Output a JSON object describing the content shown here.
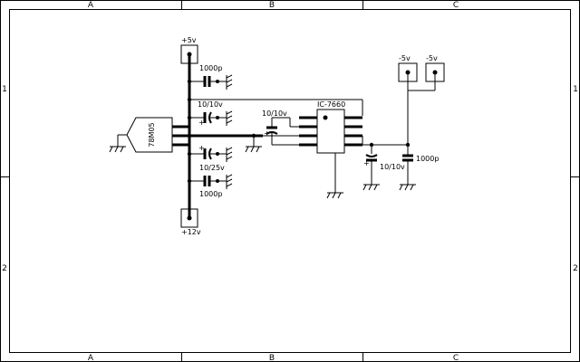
{
  "frame": {
    "columns": [
      "A",
      "B",
      "C"
    ],
    "rows": [
      "1",
      "2"
    ]
  },
  "components": {
    "regulator": "78M05",
    "ic": "IC-7660",
    "c_top_1000p": "1000p",
    "c_top_10_10v": "10/10v",
    "c_mid_10_10v": "10/10v",
    "c_bot_10_25v": "10/25v",
    "c_bot_1000p": "1000p",
    "c_right_10_10v": "10/10v",
    "c_right_1000p": "1000p"
  },
  "connectors": {
    "plus5": "+5v",
    "plus12": "+12v",
    "minus5_a": "-5v",
    "minus5_b": "-5v"
  }
}
